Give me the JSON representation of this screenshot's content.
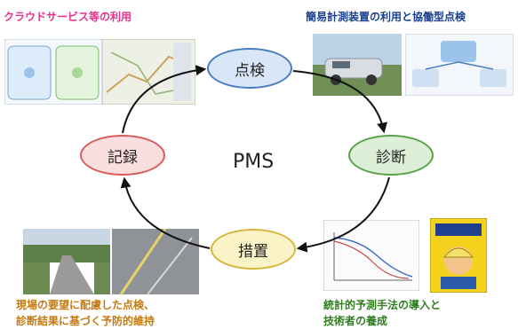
{
  "center": {
    "label": "PMS"
  },
  "nodes": {
    "inspect": "点検",
    "diagnose": "診断",
    "action": "措置",
    "record": "記録"
  },
  "captions": {
    "top_left": "クラウドサービス等の利用",
    "top_right": "簡易計測装置の利用と協働型点検",
    "bottom_left": [
      "現場の要望に配慮した点検、",
      "診断結果に基づく予防的維持"
    ],
    "bottom_right": [
      "統計的予測手法の導入と",
      "技術者の養成"
    ]
  },
  "colors": {
    "inspect": "#4a7cc4",
    "diagnose": "#5aa04a",
    "action": "#d6b63a",
    "record": "#d85a5a",
    "caption_tl": "#e8318c",
    "caption_tr": "#1a3f8f",
    "caption_bl": "#c47a12",
    "caption_br": "#2e7d1e"
  },
  "images": [
    {
      "name": "cloud-diagram-image"
    },
    {
      "name": "car-measurement-photo"
    },
    {
      "name": "collaboration-diagram-image"
    },
    {
      "name": "road-photo-left"
    },
    {
      "name": "road-surface-photo"
    },
    {
      "name": "deterioration-chart-image"
    },
    {
      "name": "manual-book-image"
    }
  ]
}
